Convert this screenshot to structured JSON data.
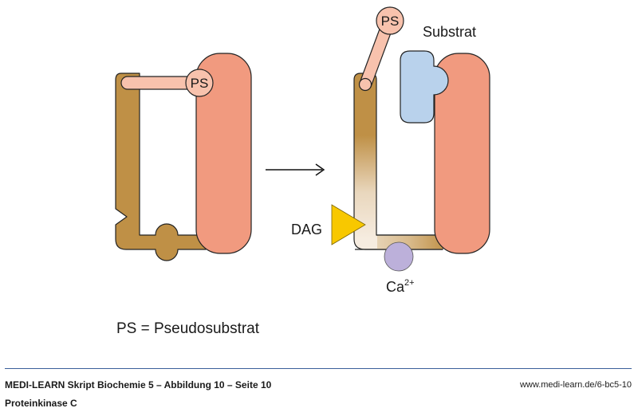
{
  "diagram": {
    "left_state": {
      "ps_label": "PS"
    },
    "right_state": {
      "ps_label": "PS",
      "substrate_label": "Substrat",
      "dag_label": "DAG",
      "ca_label": "Ca",
      "ca_superscript": "2+"
    },
    "legend": "PS = Pseudosubstrat"
  },
  "footer": {
    "title": "MEDI-LEARN Skript Biochemie 5 – Abbildung 10 – Seite 10",
    "url": "www.medi-learn.de/6-bc5-10",
    "subtitle": "Proteinkinase C"
  },
  "colors": {
    "regulatory_domain": "#bf9046",
    "catalytic_domain": "#f19a7f",
    "pseudosubstrate": "#f8c2ad",
    "substrate": "#b9d2ec",
    "dag": "#f8c800",
    "calcium": "#bcb0da",
    "footer_rule": "#3a5f9a"
  }
}
